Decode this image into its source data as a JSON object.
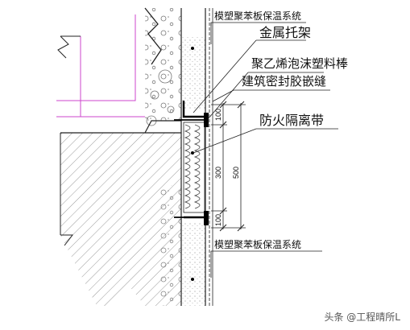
{
  "labels": {
    "insulation_top": "模塑聚苯板保温系统",
    "metal_bracket": "金属托架",
    "pe_foam_rod": "聚乙烯泡沫塑料棒",
    "sealant_joint": "建筑密封胶嵌缝",
    "fire_barrier": "防火隔离带",
    "insulation_bottom": "模塑聚苯板保温系统"
  },
  "dimensions": {
    "top_gap": "100",
    "barrier_height": "300",
    "total_height": "500",
    "bottom_gap": "100"
  },
  "watermark": "头条 @工程晴所L"
}
